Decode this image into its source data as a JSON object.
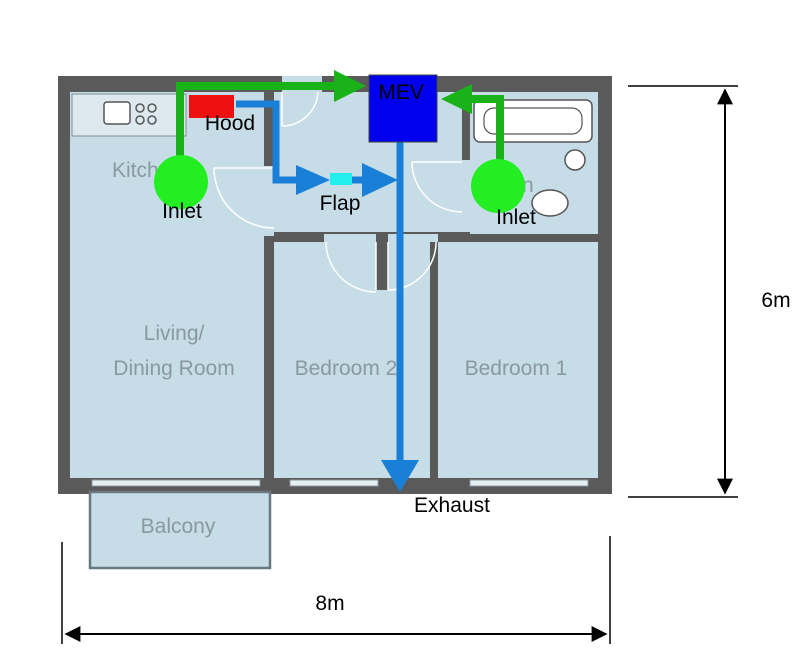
{
  "rooms": {
    "kitchen": "Kitch",
    "living_line1": "Living/",
    "living_line2": "Dining Room",
    "bedroom2": "Bedroom 2",
    "bedroom1": "Bedroom 1",
    "balcony": "Balcony",
    "bath_partial": "n"
  },
  "labels": {
    "mev": "MEV",
    "hood": "Hood",
    "flap": "Flap",
    "inlet_left": "Inlet",
    "inlet_right": "Inlet",
    "exhaust": "Exhaust"
  },
  "dimensions": {
    "height": "6m",
    "width": "8m"
  },
  "colors": {
    "supply_arrow": "#19b219",
    "extract_arrow": "#1a7fd6",
    "mev_box": "#0000ee",
    "hood_box": "#ee1111",
    "flap_box": "#22eeee",
    "inlet_circle": "#22ee22",
    "room_fill": "#c6dde8",
    "wall": "#5a5a5a"
  }
}
